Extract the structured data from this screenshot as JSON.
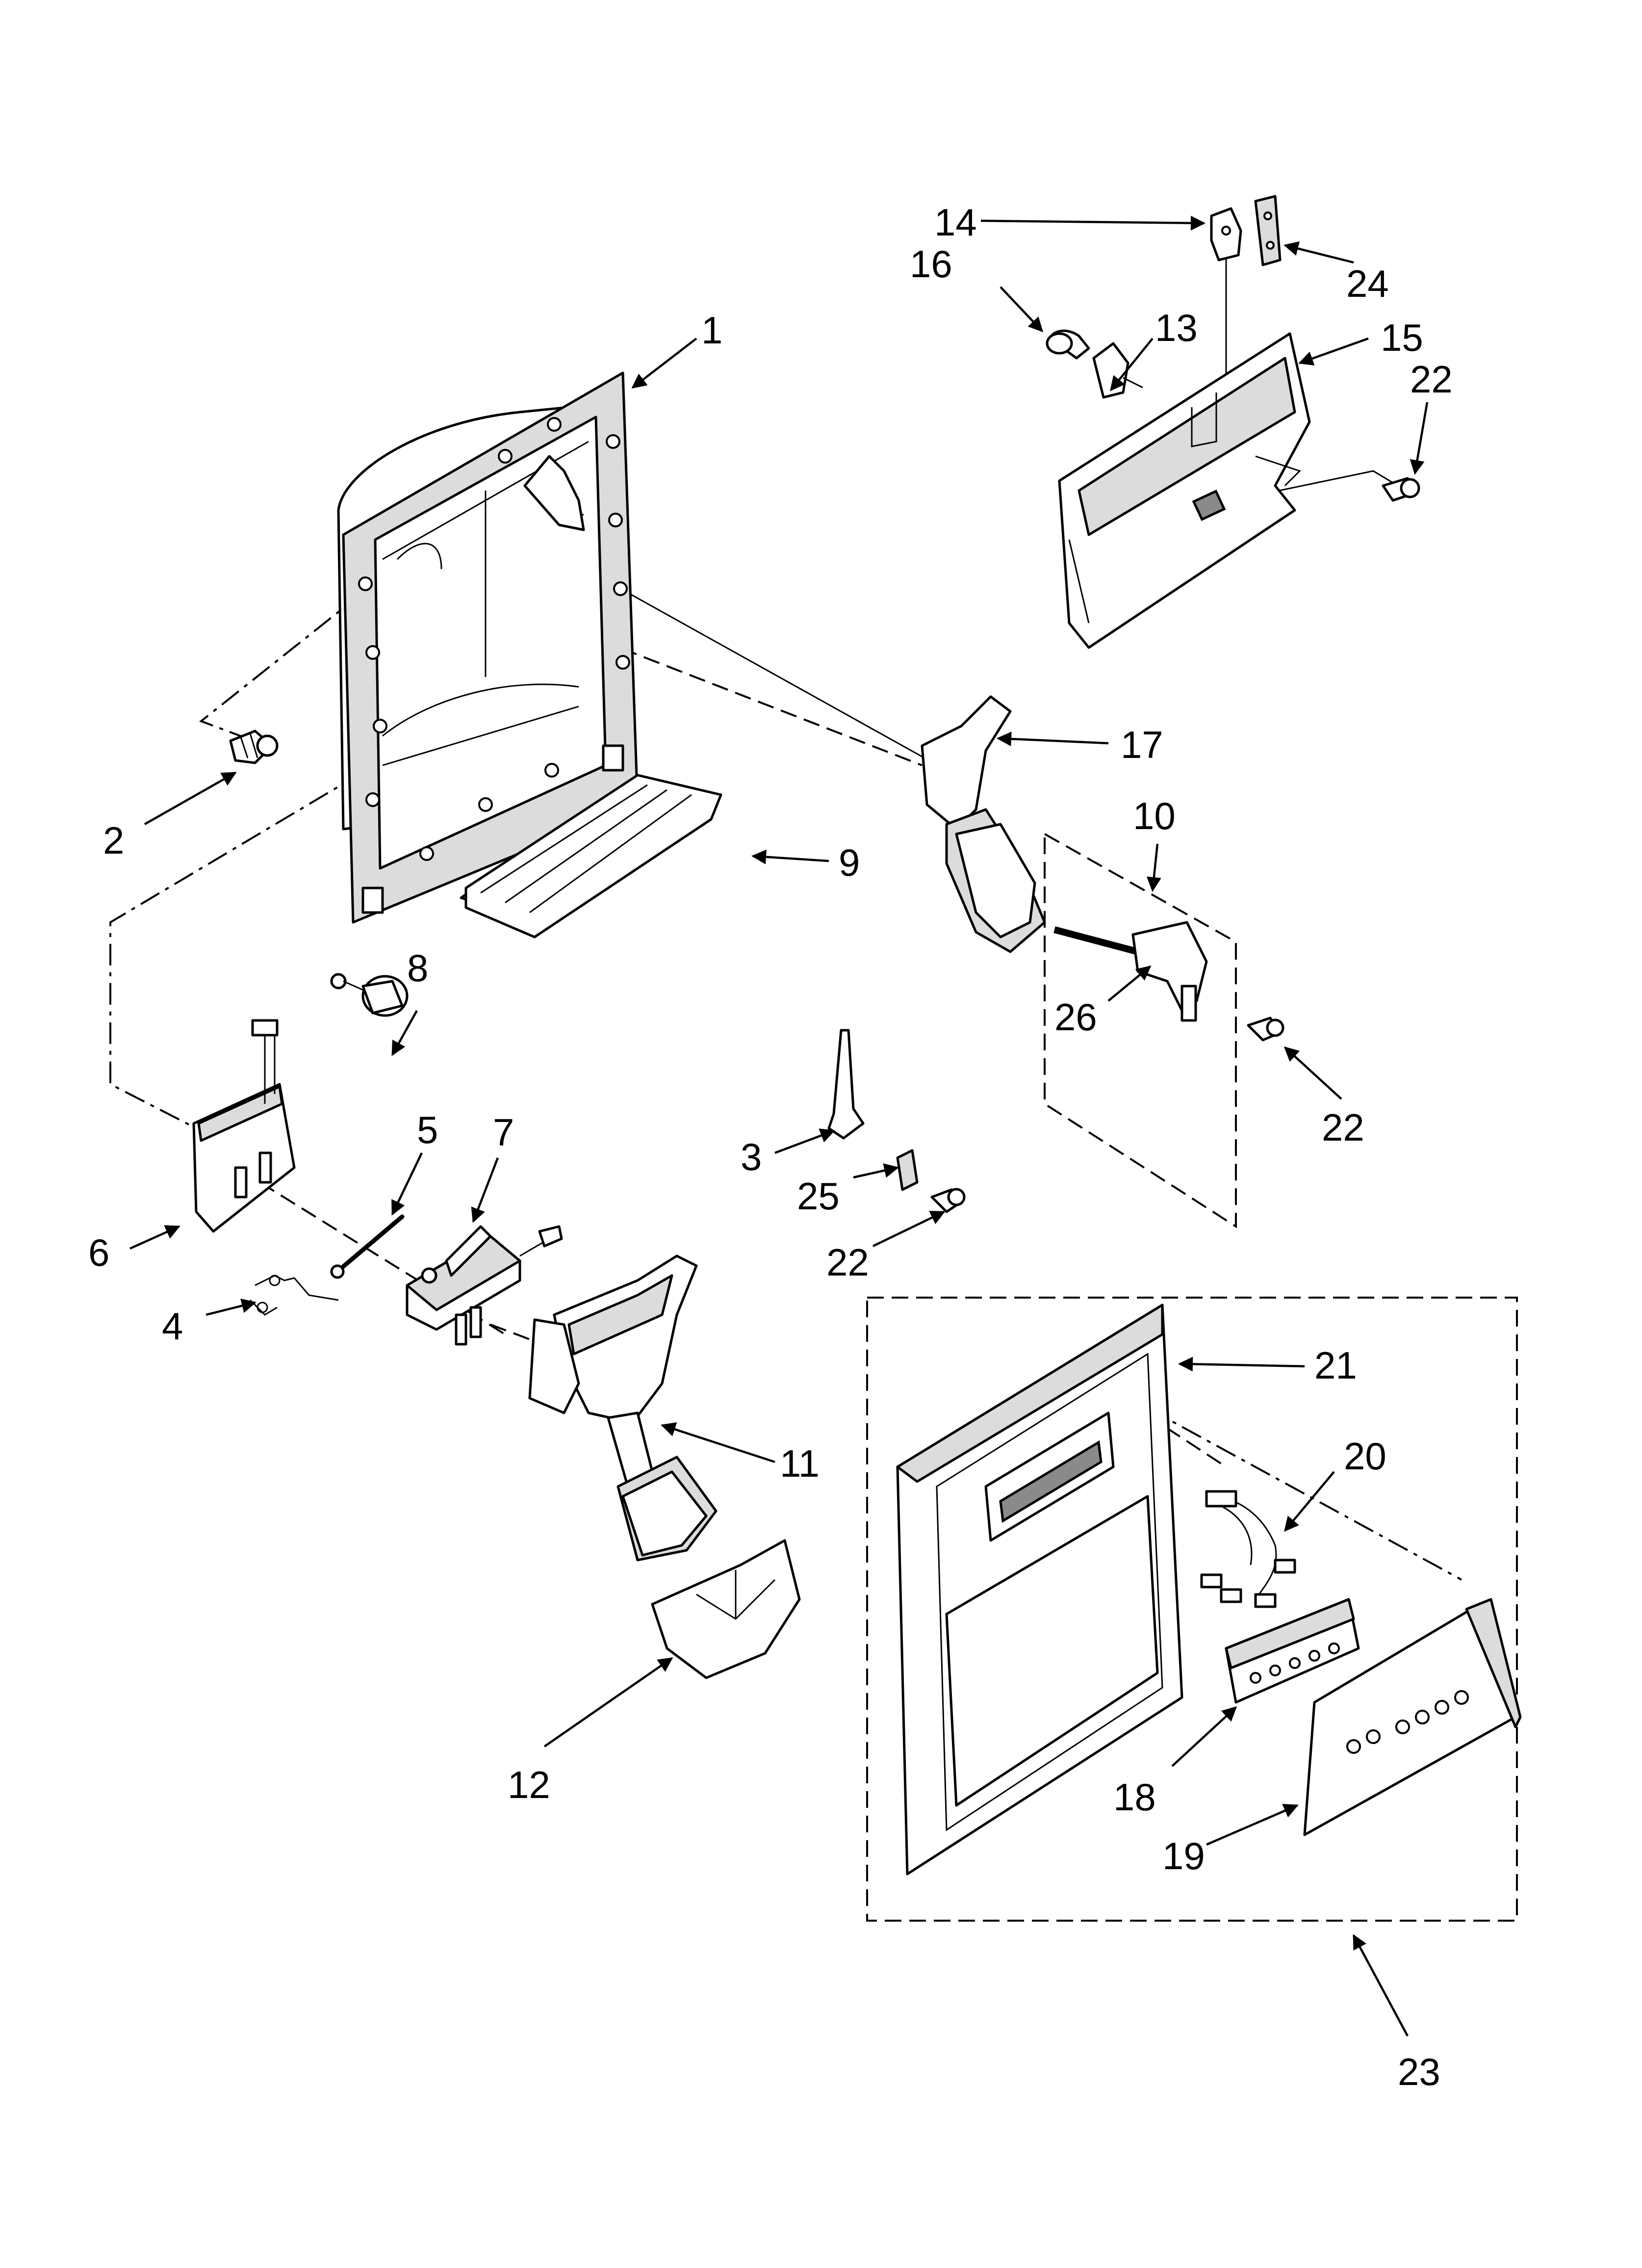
{
  "diagram": {
    "callouts": [
      {
        "id": "1",
        "label": "1"
      },
      {
        "id": "2",
        "label": "2"
      },
      {
        "id": "3",
        "label": "3"
      },
      {
        "id": "4",
        "label": "4"
      },
      {
        "id": "5",
        "label": "5"
      },
      {
        "id": "6",
        "label": "6"
      },
      {
        "id": "7",
        "label": "7"
      },
      {
        "id": "8",
        "label": "8"
      },
      {
        "id": "9",
        "label": "9"
      },
      {
        "id": "10",
        "label": "10"
      },
      {
        "id": "11",
        "label": "11"
      },
      {
        "id": "12",
        "label": "12"
      },
      {
        "id": "13",
        "label": "13"
      },
      {
        "id": "14",
        "label": "14"
      },
      {
        "id": "15",
        "label": "15"
      },
      {
        "id": "16",
        "label": "16"
      },
      {
        "id": "17",
        "label": "17"
      },
      {
        "id": "18",
        "label": "18"
      },
      {
        "id": "19",
        "label": "19"
      },
      {
        "id": "20",
        "label": "20"
      },
      {
        "id": "21",
        "label": "21"
      },
      {
        "id": "22a",
        "label": "22"
      },
      {
        "id": "22b",
        "label": "22"
      },
      {
        "id": "22c",
        "label": "22"
      },
      {
        "id": "23",
        "label": "23"
      },
      {
        "id": "24",
        "label": "24"
      },
      {
        "id": "25",
        "label": "25"
      },
      {
        "id": "26",
        "label": "26"
      }
    ]
  }
}
